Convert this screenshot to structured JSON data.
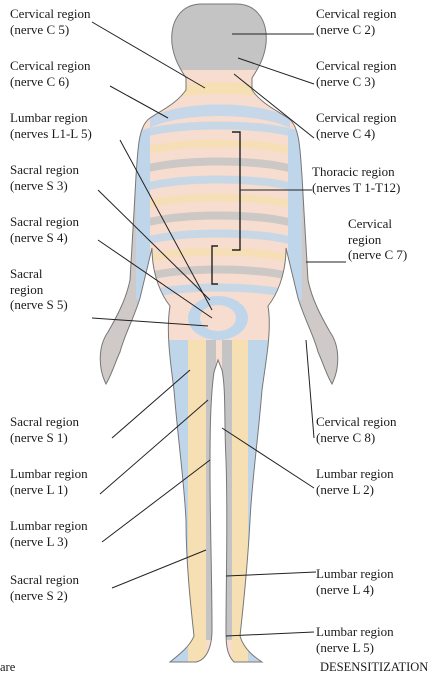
{
  "labels_left": [
    {
      "id": "c5",
      "line1": "Cervical region",
      "line2": "(nerve C 5)"
    },
    {
      "id": "c6",
      "line1": "Cervical region",
      "line2": "(nerve C 6)"
    },
    {
      "id": "l1l5",
      "line1": "Lumbar region",
      "line2": "(nerves L1-L 5)"
    },
    {
      "id": "s3",
      "line1": "Sacral region",
      "line2": "(nerve S 3)"
    },
    {
      "id": "s4",
      "line1": "Sacral region",
      "line2": "(nerve S 4)"
    },
    {
      "id": "s5",
      "line1": "Sacral",
      "line2": "region",
      "line3": "(nerve S 5)"
    },
    {
      "id": "s1",
      "line1": "Sacral region",
      "line2": "(nerve S 1)"
    },
    {
      "id": "l1",
      "line1": "Lumbar region",
      "line2": "(nerve L 1)"
    },
    {
      "id": "l3",
      "line1": "Lumbar region",
      "line2": "(nerve L 3)"
    },
    {
      "id": "s2",
      "line1": "Sacral region",
      "line2": "(nerve S 2)"
    }
  ],
  "labels_right": [
    {
      "id": "c2",
      "line1": "Cervical region",
      "line2": "(nerve C 2)"
    },
    {
      "id": "c3",
      "line1": "Cervical region",
      "line2": "(nerve C 3)"
    },
    {
      "id": "c4",
      "line1": "Cervical region",
      "line2": "(nerve C 4)"
    },
    {
      "id": "t1t12",
      "line1": "Thoracic region",
      "line2": "(nerves T 1-T12)"
    },
    {
      "id": "c7",
      "line1": "Cervical",
      "line2": "region",
      "line3": "(nerve C 7)"
    },
    {
      "id": "c8",
      "line1": "Cervical region",
      "line2": "(nerve C 8)"
    },
    {
      "id": "l2",
      "line1": "Lumbar region",
      "line2": "(nerve L 2)"
    },
    {
      "id": "l4",
      "line1": "Lumbar region",
      "line2": "(nerve L 4)"
    },
    {
      "id": "l5",
      "line1": "Lumbar region",
      "line2": "(nerve L 5)"
    }
  ],
  "footer": {
    "left_text": "are",
    "right_text": "DESENSITIZATION"
  },
  "colors": {
    "skin": "#f7dcd0",
    "gray": "#c4c4c4",
    "blue": "#bfd6ea",
    "yellow": "#f6dfb2",
    "outline": "#777777",
    "leader": "#222222"
  }
}
